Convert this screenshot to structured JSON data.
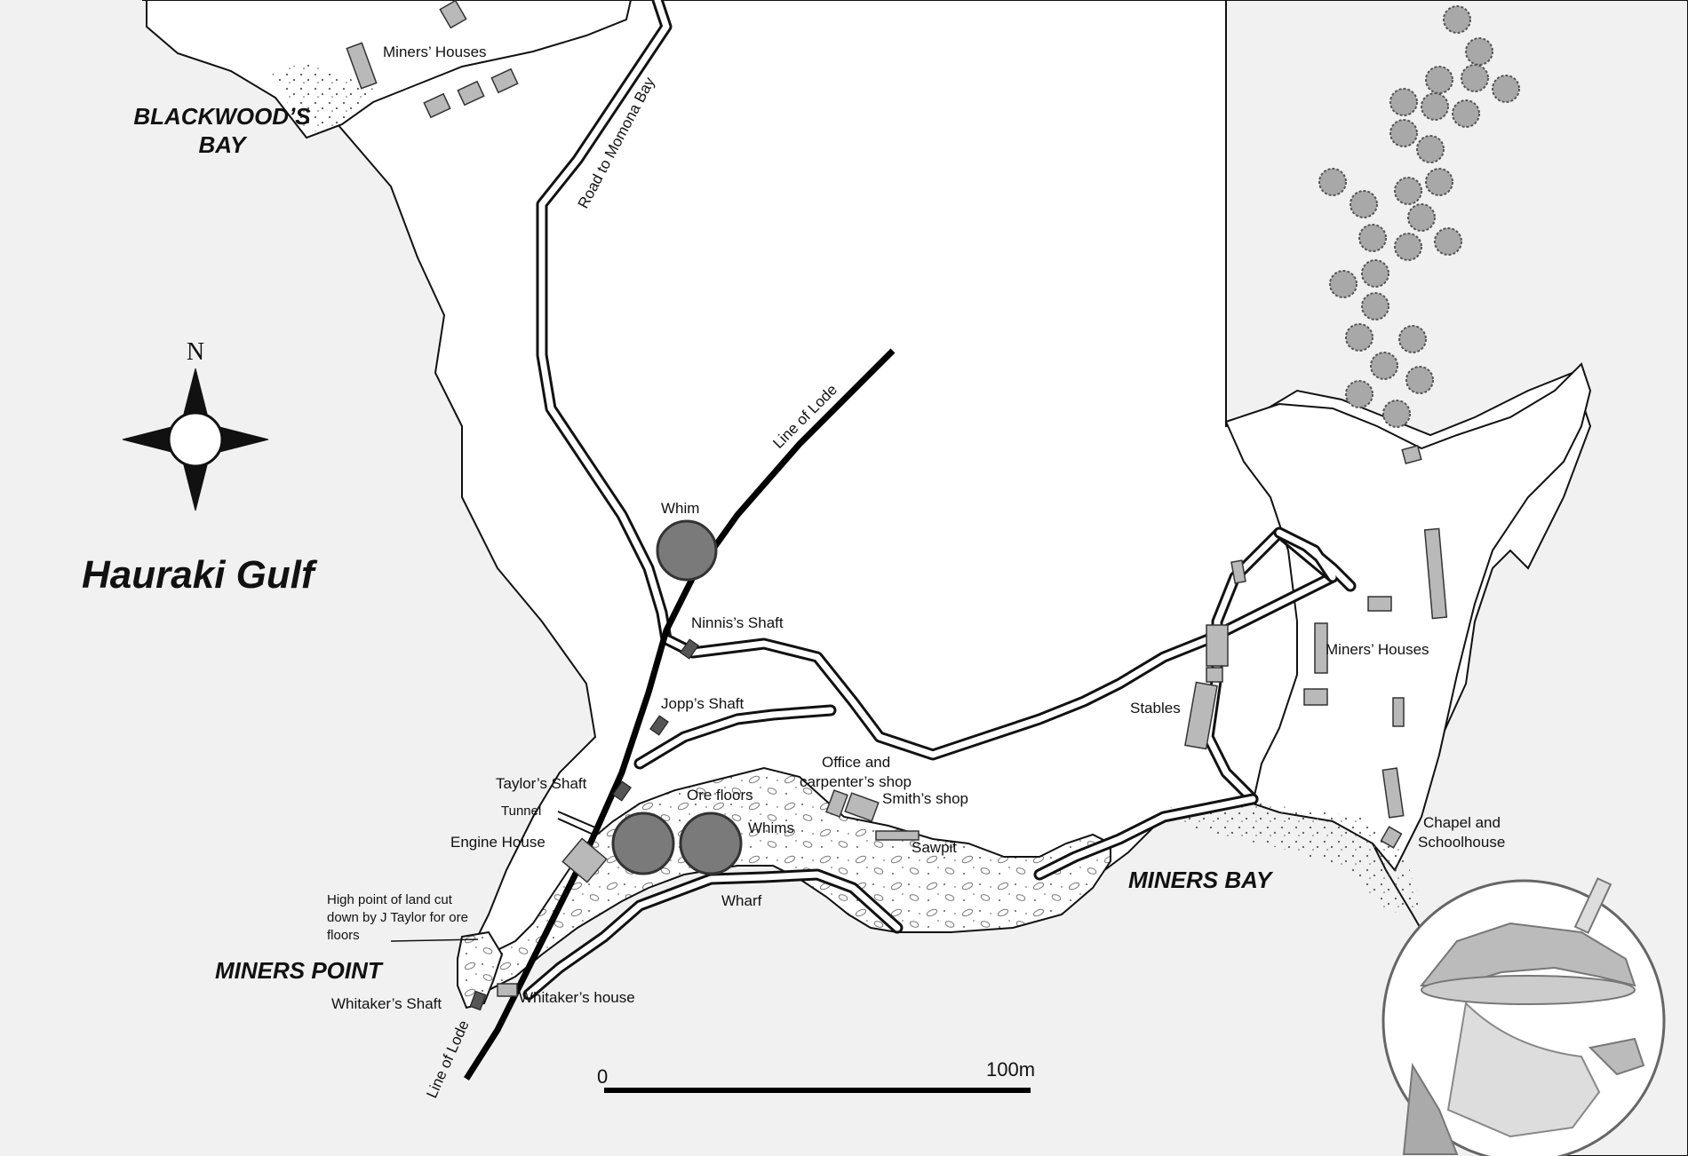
{
  "map": {
    "water": "Hauraki Gulf",
    "bays": {
      "blackwoods": [
        "BLACKWOOD’S",
        "BAY"
      ],
      "miners_bay": "MINERS BAY",
      "miners_point": "MINERS POINT"
    },
    "compass": "N",
    "roads": {
      "momona": "Road to Momona Bay"
    },
    "lode": {
      "upper": "Line of Lode",
      "lower": "Line of Lode"
    },
    "labels": {
      "miners_houses_north": "Miners’ Houses",
      "miners_houses_east": "Miners’ Houses",
      "whim": "Whim",
      "ninnis_shaft": "Ninnis’s Shaft",
      "jopps_shaft": "Jopp’s Shaft",
      "taylors_shaft": "Taylor’s Shaft",
      "tunnel": "Tunnel",
      "engine_house": "Engine House",
      "high_point": [
        "High point of land cut",
        "down by J Taylor for ore",
        "floors"
      ],
      "whitakers_shaft": "Whitaker’s Shaft",
      "whitakers_house": "Whitaker’s house",
      "ore_floors": "Ore floors",
      "whims": "Whims",
      "wharf": "Wharf",
      "office": [
        "Office and",
        "carpenter’s shop"
      ],
      "smiths_shop": "Smith’s shop",
      "sawpit": "Sawpit",
      "stables": "Stables",
      "chapel": [
        "Chapel and",
        "Schoolhouse"
      ]
    },
    "scale": {
      "start": "0",
      "end": "100m"
    },
    "colors": {
      "sea": "#f1f1f1",
      "land": "#ffffff",
      "building": "#b9b9b9",
      "shaft": "#555555",
      "whim": "#7a7a7a"
    }
  }
}
